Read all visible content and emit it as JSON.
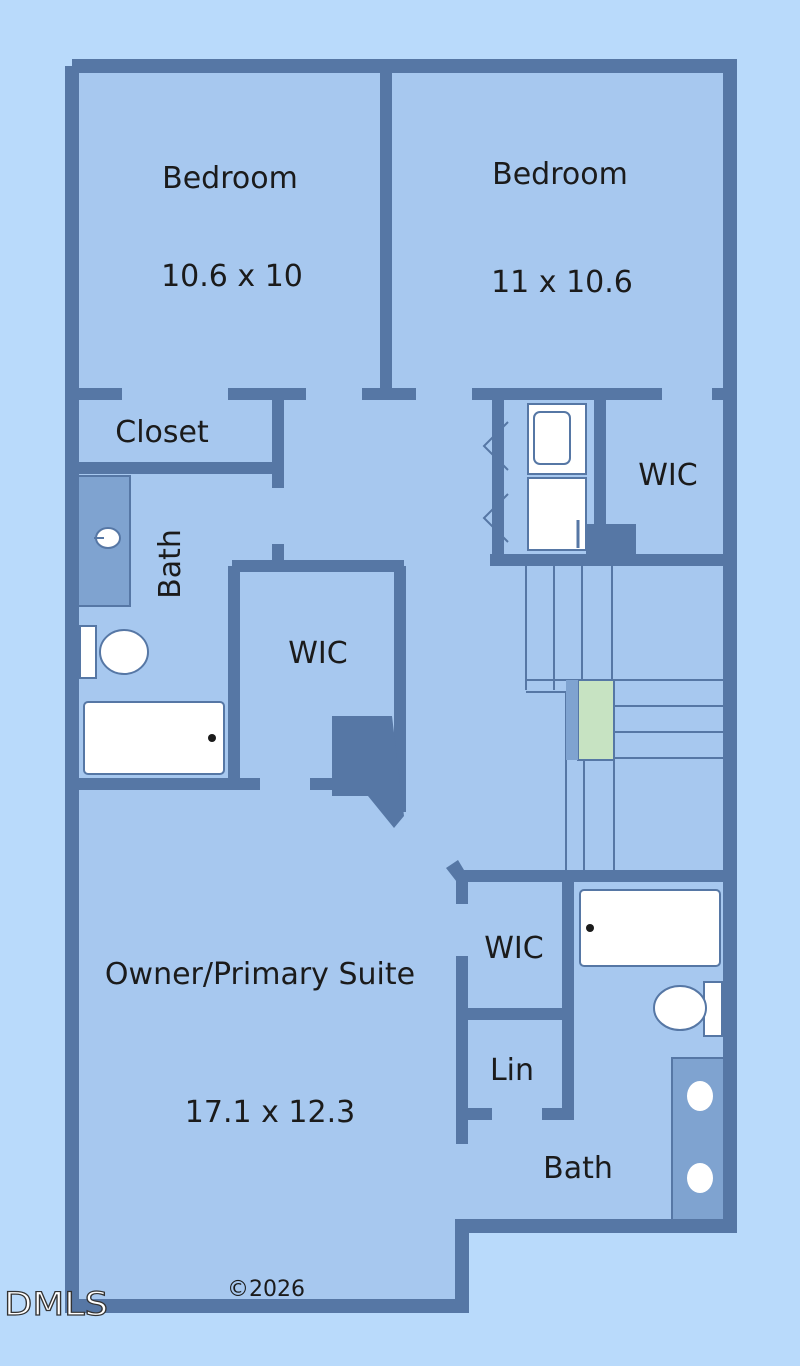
{
  "rooms": {
    "bedroom_left": {
      "name": "Bedroom",
      "dims": "10.6 x 10"
    },
    "bedroom_right": {
      "name": "Bedroom",
      "dims": "11 x 10.6"
    },
    "closet": {
      "name": "Closet"
    },
    "bath_upper": {
      "name": "Bath"
    },
    "wic_upper_right": {
      "name": "WIC"
    },
    "wic_center": {
      "name": "WIC"
    },
    "owner_suite": {
      "name": "Owner/Primary Suite",
      "dims": "17.1 x 12.3"
    },
    "wic_lower": {
      "name": "WIC"
    },
    "linen": {
      "name": "Lin"
    },
    "bath_lower": {
      "name": "Bath"
    }
  },
  "footer": {
    "copyright": "©2026",
    "watermark": "DMLS"
  },
  "colors": {
    "background": "#b9dafb",
    "floor": "#a7c8ef",
    "wall": "#5677a5",
    "fixture": "#ffffff",
    "vanity": "#7fa3d0",
    "stair_landing": "#c7e3c2"
  }
}
